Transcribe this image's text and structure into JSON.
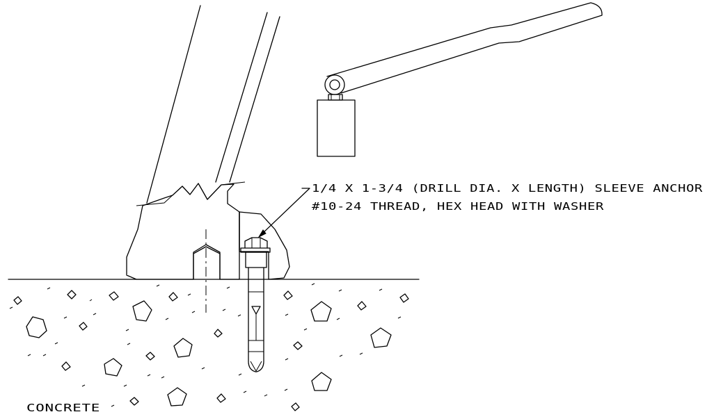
{
  "drawing": {
    "callout_line1": "1/4 X 1-3/4 (DRILL DIA. X LENGTH) SLEEVE ANCHOR",
    "callout_line2": "#10-24 THREAD, HEX HEAD WITH WASHER",
    "material_label": "CONCRETE"
  },
  "colors": {
    "line": "#000000",
    "background": "#ffffff"
  }
}
